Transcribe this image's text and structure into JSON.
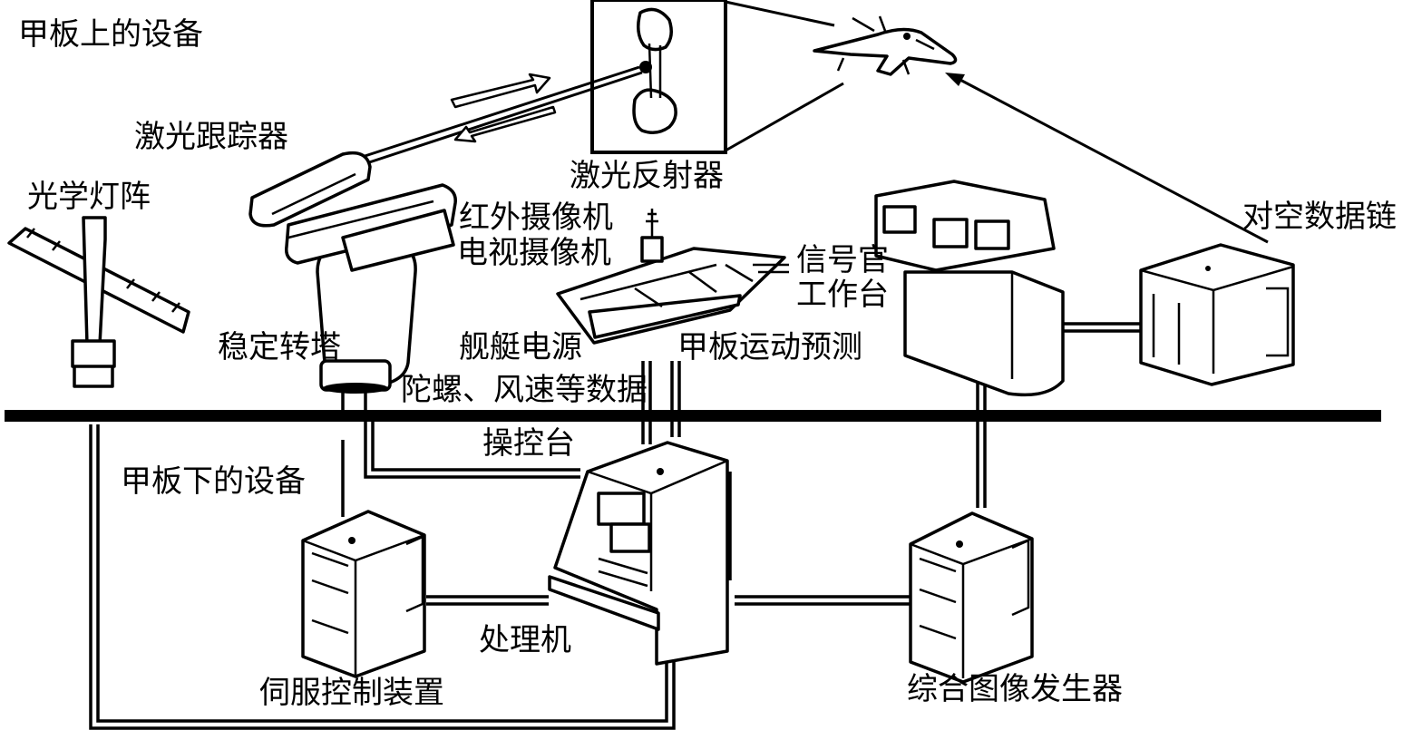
{
  "sections": {
    "above_deck": "甲板上的设备",
    "below_deck": "甲板下的设备"
  },
  "labels": {
    "laser_tracker": "激光跟踪器",
    "optical_light_array": "光学灯阵",
    "laser_reflector": "激光反射器",
    "ir_camera": "红外摄像机",
    "tv_camera": "电视摄像机",
    "signal_officer_line1": "信号官",
    "signal_officer_line2": "工作台",
    "air_datalink": "对空数据链",
    "stabilized_turret": "稳定转塔",
    "ship_power": "舰艇电源",
    "gyro_wind_data": "陀螺、风速等数据",
    "deck_motion_prediction": "甲板运动预测",
    "console": "操控台",
    "servo_control": "伺服控制装置",
    "processor": "处理机",
    "image_generator": "综合图像发生器"
  },
  "icons": [
    "optical-light-array-icon",
    "stabilized-turret-icon",
    "laser-beam-icon",
    "laser-reflector-inset-icon",
    "aircraft-icon",
    "aircraft-carrier-icon",
    "signal-officer-workstation-icon",
    "datalink-cabinet-icon",
    "servo-cabinet-icon",
    "processor-console-icon",
    "image-generator-cabinet-icon"
  ],
  "colors": {
    "ink": "#000000",
    "background": "#ffffff"
  }
}
